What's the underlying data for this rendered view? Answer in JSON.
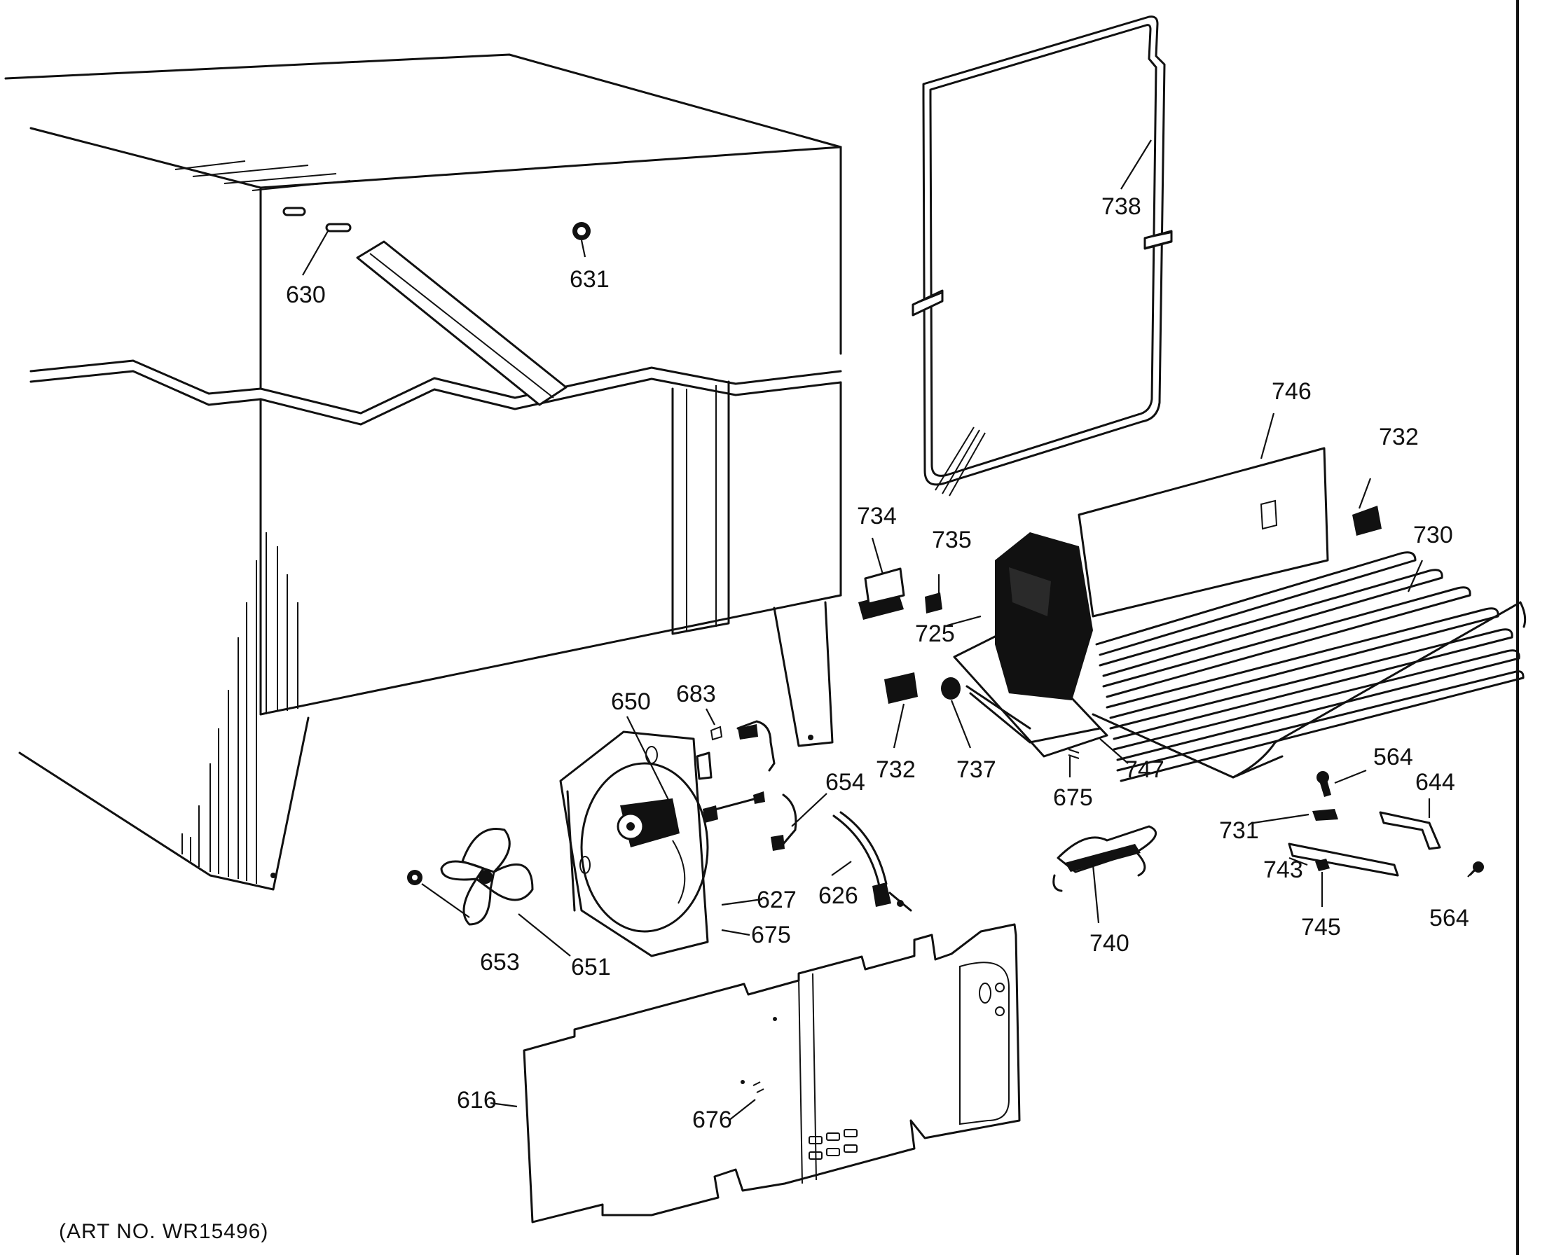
{
  "caption": "(ART NO. WR15496)",
  "parts": {
    "p630": "630",
    "p631": "631",
    "p738": "738",
    "p746": "746",
    "p732a": "732",
    "p730": "730",
    "p734": "734",
    "p735": "735",
    "p725": "725",
    "p732b": "732",
    "p737": "737",
    "p675a": "675",
    "p747": "747",
    "p564a": "564",
    "p644": "644",
    "p731": "731",
    "p743": "743",
    "p745": "745",
    "p564b": "564",
    "p683": "683",
    "p650": "650",
    "p654": "654",
    "p626": "626",
    "p627": "627",
    "p675b": "675",
    "p653": "653",
    "p651": "651",
    "p740": "740",
    "p616": "616",
    "p676": "676"
  },
  "colors": {
    "ink": "#111111",
    "paper": "#ffffff"
  }
}
